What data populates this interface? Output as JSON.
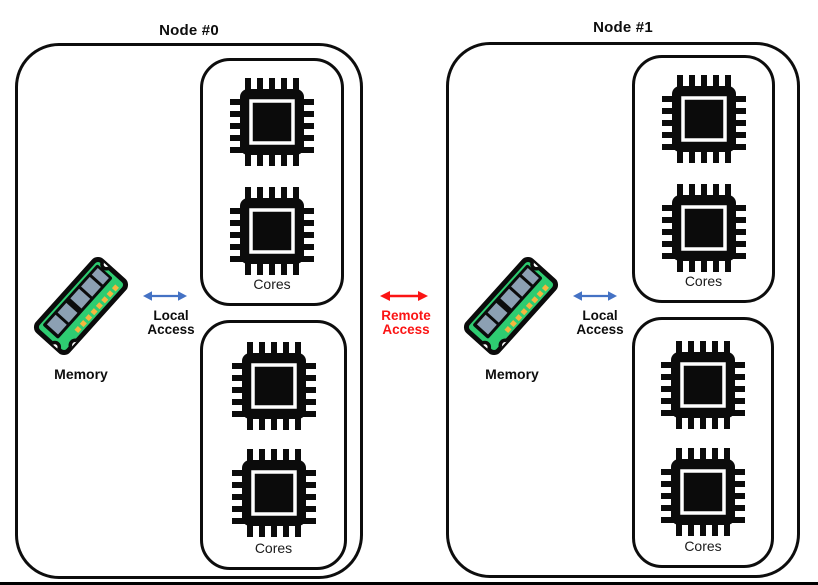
{
  "diagram": {
    "type": "numa-architecture",
    "background": "#ffffff",
    "bottom_edge_bar_color": "#000000"
  },
  "nodes": [
    {
      "title": "Node #0",
      "memory": {
        "label": "Memory",
        "icon": "ram-stick-icon"
      },
      "local_access": {
        "label_line1": "Local",
        "label_line2": "Access",
        "arrow": "bidirectional-horizontal",
        "arrow_color": "#4472C4"
      },
      "core_groups": [
        {
          "label": "Cores",
          "chip_count": 2,
          "icon": "cpu-chip-icon"
        },
        {
          "label": "Cores",
          "chip_count": 2,
          "icon": "cpu-chip-icon"
        }
      ]
    },
    {
      "title": "Node #1",
      "memory": {
        "label": "Memory",
        "icon": "ram-stick-icon"
      },
      "local_access": {
        "label_line1": "Local",
        "label_line2": "Access",
        "arrow": "bidirectional-horizontal",
        "arrow_color": "#4472C4"
      },
      "core_groups": [
        {
          "label": "Cores",
          "chip_count": 2,
          "icon": "cpu-chip-icon"
        },
        {
          "label": "Cores",
          "chip_count": 2,
          "icon": "cpu-chip-icon"
        }
      ]
    }
  ],
  "remote_access": {
    "label_line1": "Remote",
    "label_line2": "Access",
    "arrow": "bidirectional-horizontal",
    "arrow_color": "#FB1414"
  },
  "colors": {
    "outline": "#0d0d0d",
    "local_arrow_blue": "#4472C4",
    "remote_arrow_red": "#FB1414",
    "ram_body_green": "#2ECC71",
    "ram_chip_gray": "#8CA0B3",
    "ram_pin_gold": "#F5B63E"
  }
}
